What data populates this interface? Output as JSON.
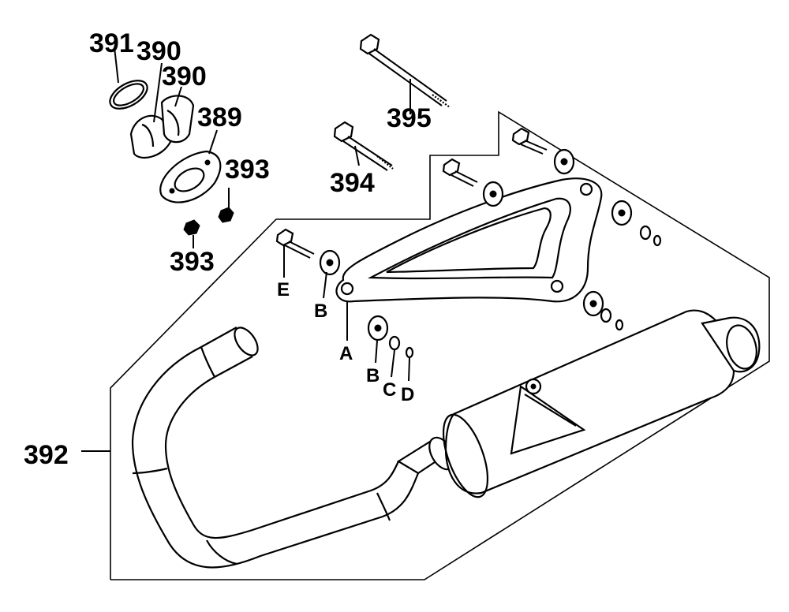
{
  "diagram": {
    "callouts": {
      "p389": "389",
      "p390a": "390",
      "p390b": "390",
      "p391": "391",
      "p392": "392",
      "p393a": "393",
      "p393b": "393",
      "p394": "394",
      "p395": "395",
      "lA": "A",
      "lB1": "B",
      "lB2": "B",
      "lC": "C",
      "lD": "D",
      "lE": "E"
    },
    "colors": {
      "line": "#000000",
      "background": "#ffffff"
    }
  }
}
